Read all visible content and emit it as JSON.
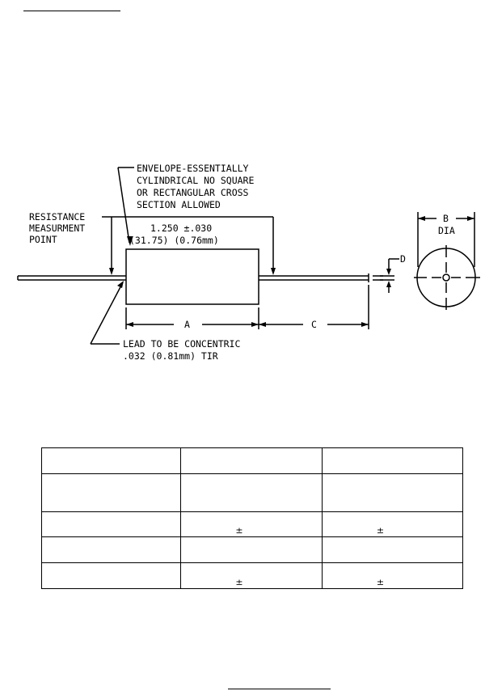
{
  "drawing": {
    "envelope_note": [
      "ENVELOPE-ESSENTIALLY",
      "CYLINDRICAL NO SQUARE",
      "OR RECTANGULAR CROSS",
      "SECTION ALLOWED"
    ],
    "resistance_note": [
      "RESISTANCE",
      "MEASURMENT",
      "POINT"
    ],
    "measurement_inch": "1.250 ±.030",
    "measurement_mm": "(31.75) (0.76mm)",
    "dim_a": "A",
    "dim_b": "B",
    "dim_b_sub": "DIA",
    "dim_c": "C",
    "dim_d": "D",
    "lead_note": [
      "LEAD TO BE CONCENTRIC",
      ".032 (0.81mm) TIR"
    ]
  },
  "table": {
    "rows": [
      [
        "",
        "",
        ""
      ],
      [
        "",
        "",
        ""
      ],
      [
        "",
        "±",
        "±"
      ],
      [
        "",
        "",
        ""
      ],
      [
        "",
        "±",
        "±"
      ]
    ]
  }
}
